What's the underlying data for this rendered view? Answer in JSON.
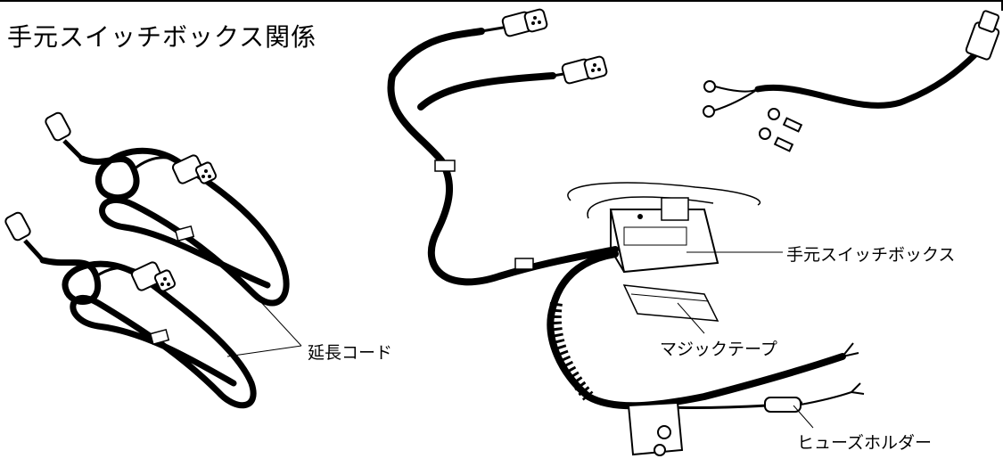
{
  "title": "手元スイッチボックス関係",
  "labels": {
    "switch_box": "手元スイッチボックス",
    "velcro_tape": "マジックテープ",
    "extension_cord": "延長コード",
    "fuse_holder": "ヒューズホルダー"
  }
}
